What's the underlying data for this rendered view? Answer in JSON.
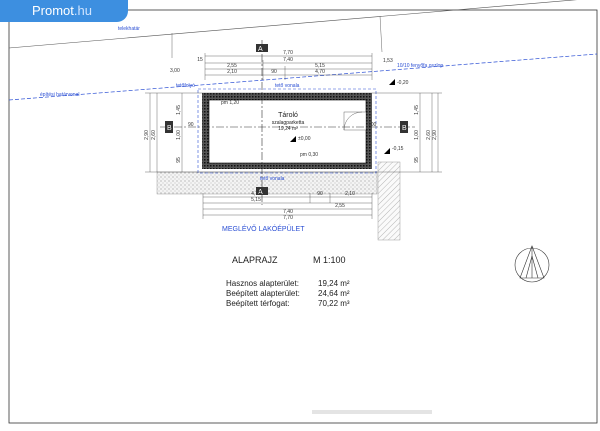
{
  "logo": {
    "name": "Promot",
    "tld": ".hu"
  },
  "plan": {
    "property_line": "telekhatár",
    "building_line": "építési határvonal",
    "roof_line": "tető vonala",
    "gutter": "tetőfolyó",
    "column_note": "10/10 fenyőfa oszlop",
    "room_name": "Tároló",
    "room_floor": "szalagparketta",
    "room_area": "19,24 m²",
    "level_zero": "±0,00",
    "level_right_top": "-0,20",
    "level_right_bottom": "-0,15",
    "section_a": "A",
    "section_b": "B",
    "existing_building": "MEGLÉVŐ LAKÓÉPÜLET",
    "top_dims": {
      "d1": "7,70",
      "d2": "7,40",
      "d3": "2,55",
      "d4": "5,15",
      "d5": "2,10",
      "d6": "4,70",
      "d7": "90",
      "d8": "15"
    },
    "bottom_dims": {
      "d1": "4,70",
      "d2": "90",
      "d3": "2,10",
      "d4": "5,15",
      "d5": "2,55",
      "d6": "7,40",
      "d7": "7,70"
    },
    "side_dims": {
      "l1": "2,90",
      "l2": "2,60",
      "l3": "1,45",
      "l4": "1,00",
      "l5": "95",
      "r1": "2,90",
      "r2": "2,60",
      "r3": "1,45",
      "r4": "1,00",
      "r5": "95"
    },
    "misc": {
      "top_left": "3,00",
      "top_right": "1,53",
      "small": "100",
      "small2": "90",
      "sill": "pm 1,20",
      "sill2": "pm 0,30"
    }
  },
  "title": {
    "name": "ALAPRAJZ",
    "scale": "M 1:100",
    "rows": [
      {
        "label": "Hasznos alapterület:",
        "value": "19,24 m²"
      },
      {
        "label": "Beépített alapterület:",
        "value": "24,64 m²"
      },
      {
        "label": "Beépített térfogat:",
        "value": "70,22 m³"
      }
    ]
  }
}
